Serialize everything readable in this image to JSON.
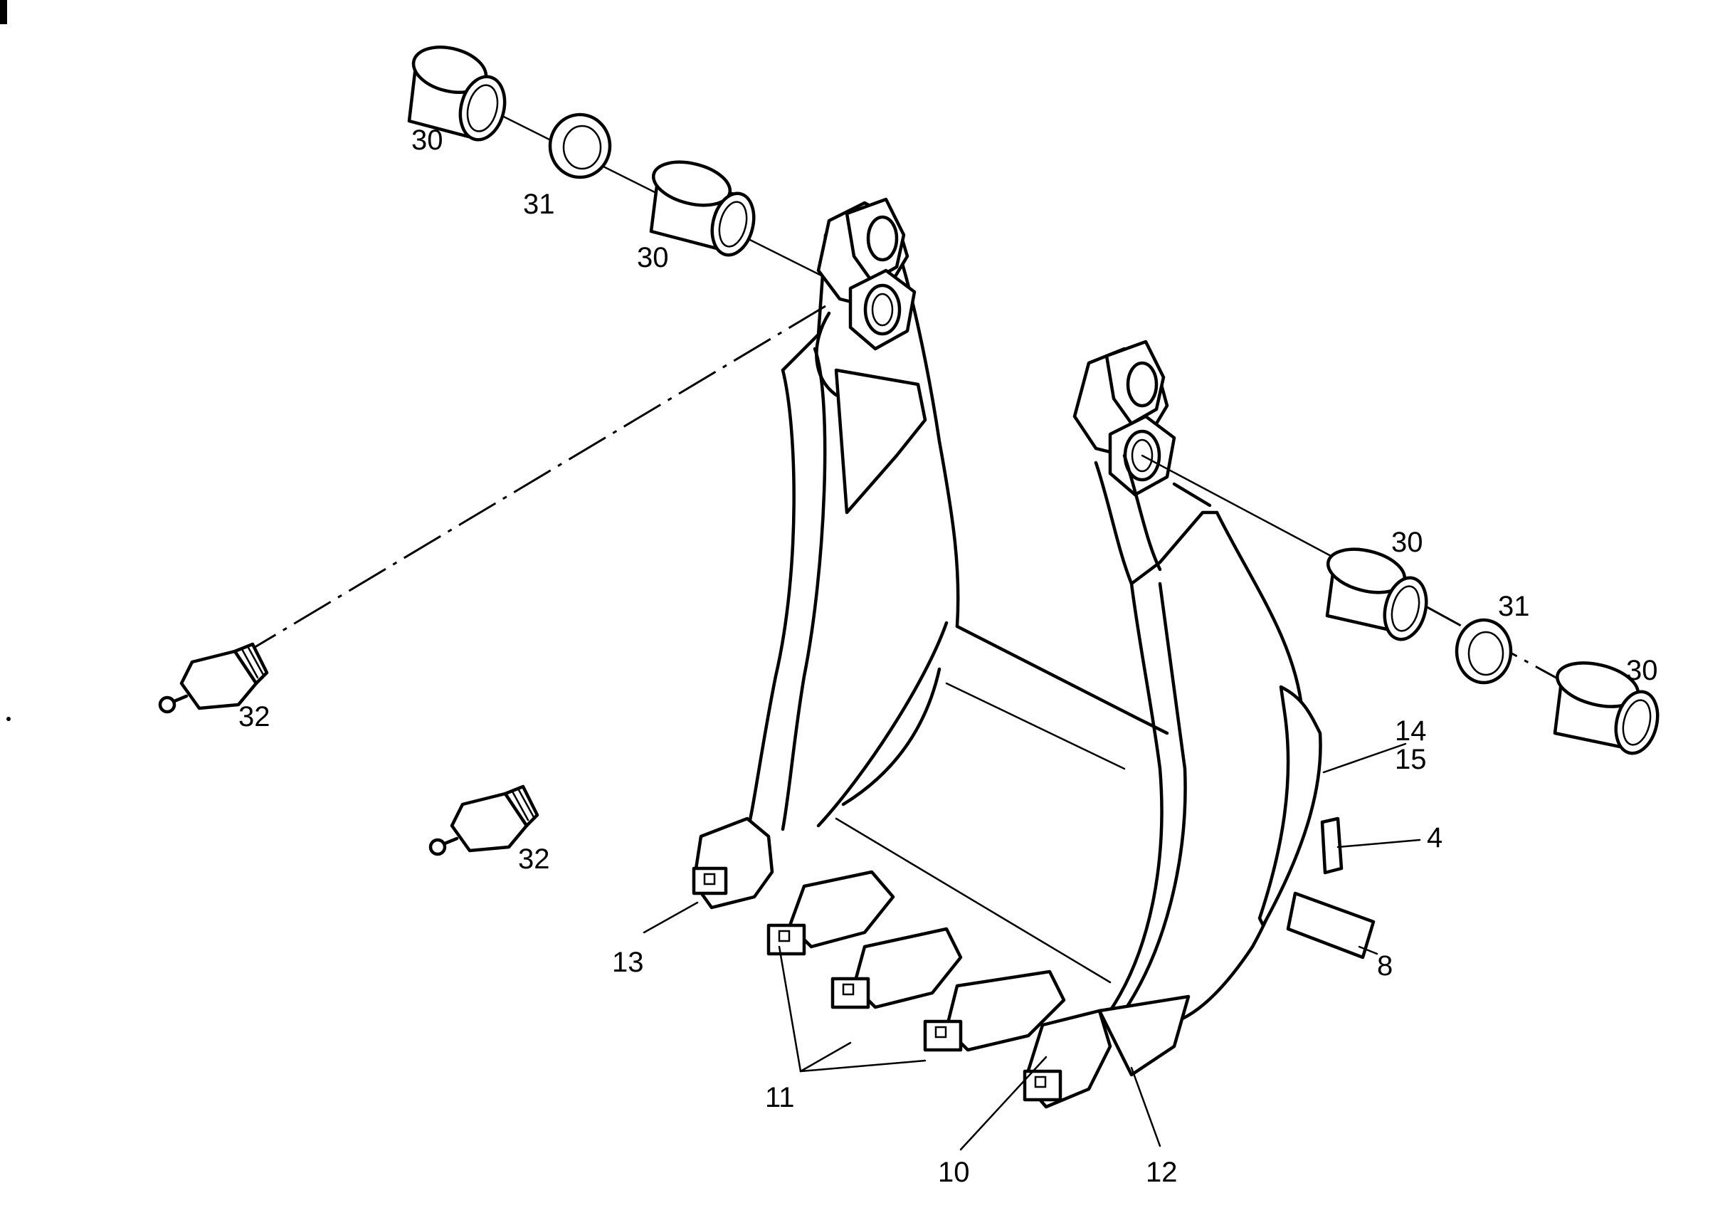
{
  "callouts": {
    "c30_top_left": "30",
    "c31_top": "31",
    "c30_top_mid": "30",
    "c30_right_upper": "30",
    "c31_right": "31",
    "c30_right_far": "30",
    "c32_left": "32",
    "c32_mid": "32",
    "c14": "14",
    "c15": "15",
    "c4": "4",
    "c8": "8",
    "c13": "13",
    "c11": "11",
    "c10": "10",
    "c12": "12"
  },
  "icons": [
    "bushing-icon",
    "seal-ring-icon",
    "grease-nipple-icon",
    "bucket-icon",
    "tooth-icon"
  ]
}
